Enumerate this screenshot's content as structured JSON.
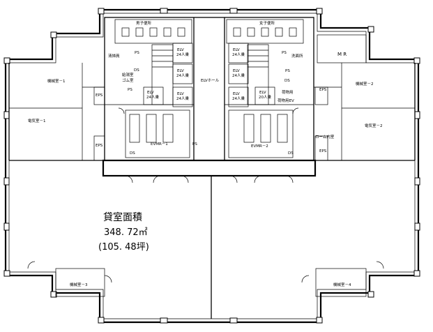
{
  "leased_area": {
    "label": "貸室面積",
    "sqm": "348. 72㎡",
    "tsubo": "(105. 48坪)"
  },
  "rooms": {
    "machine_1": "機械室－1",
    "machine_2": "機械室－2",
    "machine_3": "機械室－3",
    "machine_4": "機械室－4",
    "electrical_1": "電気室－1",
    "electrical_2": "電気室－2",
    "mr": "M R",
    "elv_hall": "ELVホール",
    "evmr_1": "EVMR－1",
    "evmr_2": "EVMR－2",
    "male_wc": "男子便所",
    "female_wc": "女子便所",
    "elv_1": "ELV",
    "elv_1_cap": "24人乗",
    "elv_2": "ELV",
    "elv_2_cap": "24人乗",
    "elv_3": "ELV",
    "elv_3_cap": "24人乗",
    "elv_4": "ELV",
    "elv_4_cap": "24人乗",
    "elv_5": "ELV",
    "elv_5_cap": "24人乗",
    "elv_6": "ELV",
    "elv_6_cap": "24人乗",
    "elv_7": "ELV",
    "elv_7_cap": "24人乗",
    "elv_8": "ELV",
    "elv_8_cap": "20人乗",
    "cleaning": "清掃員",
    "baggage_ev": "荷物用EV",
    "baggage": "荷物用",
    "washroom": "洗面所",
    "water_room": "給湯室",
    "room_small": "ゴム室",
    "loan_cl": "ローム内室",
    "ps": "PS",
    "ds": "DS",
    "eps": "EPS"
  }
}
